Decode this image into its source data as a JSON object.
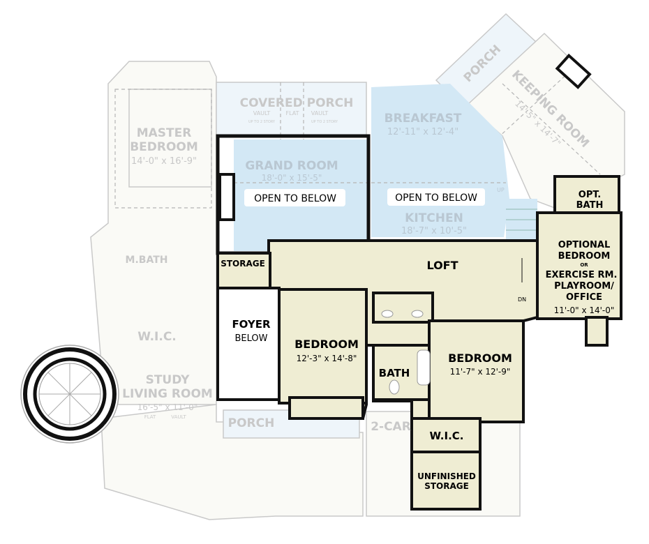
{
  "colors": {
    "finished": "#efedd3",
    "open_to_below": "#d3e8f5",
    "faded": "#fafaf6",
    "wall": "#111111"
  },
  "faded_labels": {
    "covered_porch": "COVERED PORCH",
    "vault": "VAULT",
    "flat": "FLAT",
    "vault2": "VAULT",
    "up_to_2_story": "UP TO 2 STORY",
    "up_to_2_story_2": "UP TO 2 STORY",
    "master_bedroom_1": "MASTER",
    "master_bedroom_2": "BEDROOM",
    "master_dim": "14'-0\" x 16'-9\"",
    "grand_room": "GRAND ROOM",
    "grand_dim": "18'-0\" x 15'-5\"",
    "breakfast": "BREAKFAST",
    "breakfast_dim": "12'-11\" x 12'-4\"",
    "kitchen": "KITCHEN",
    "kitchen_dim": "18'-7\" x 10'-5\"",
    "porch_top": "PORCH",
    "keeping_room": "KEEPING ROOM",
    "keeping_dim": "14'-5\" x 14'-7\"",
    "m_bath": "M.BATH",
    "wic_left": "W.I.C.",
    "study_1": "STUDY",
    "study_2": "LIVING ROOM",
    "study_dim": "16'-5\" x 11'-0\"",
    "study_flat": "FLAT",
    "study_vault": "VAULT",
    "porch_bottom": "PORCH",
    "garage": "2-CAR",
    "up": "UP"
  },
  "open_to_below": [
    "OPEN TO BELOW",
    "OPEN TO BELOW"
  ],
  "rooms": {
    "storage": "STORAGE",
    "loft": "LOFT",
    "foyer": "FOYER",
    "foyer_sub": "BELOW",
    "bedroom1": "BEDROOM",
    "bedroom1_dim": "12'-3\" x 14'-8\"",
    "bath": "BATH",
    "bedroom2": "BEDROOM",
    "bedroom2_dim": "11'-7\" x 12'-9\"",
    "wic": "W.I.C.",
    "unfinished_1": "UNFINISHED",
    "unfinished_2": "STORAGE",
    "opt_bath_1": "OPT.",
    "opt_bath_2": "BATH",
    "optional_1": "OPTIONAL",
    "optional_2": "BEDROOM",
    "optional_or": "OR",
    "optional_3": "EXERCISE RM.",
    "optional_4": "PLAYROOM/",
    "optional_5": "OFFICE",
    "optional_dim": "11'-0\" x 14'-0\"",
    "dn": "DN"
  }
}
